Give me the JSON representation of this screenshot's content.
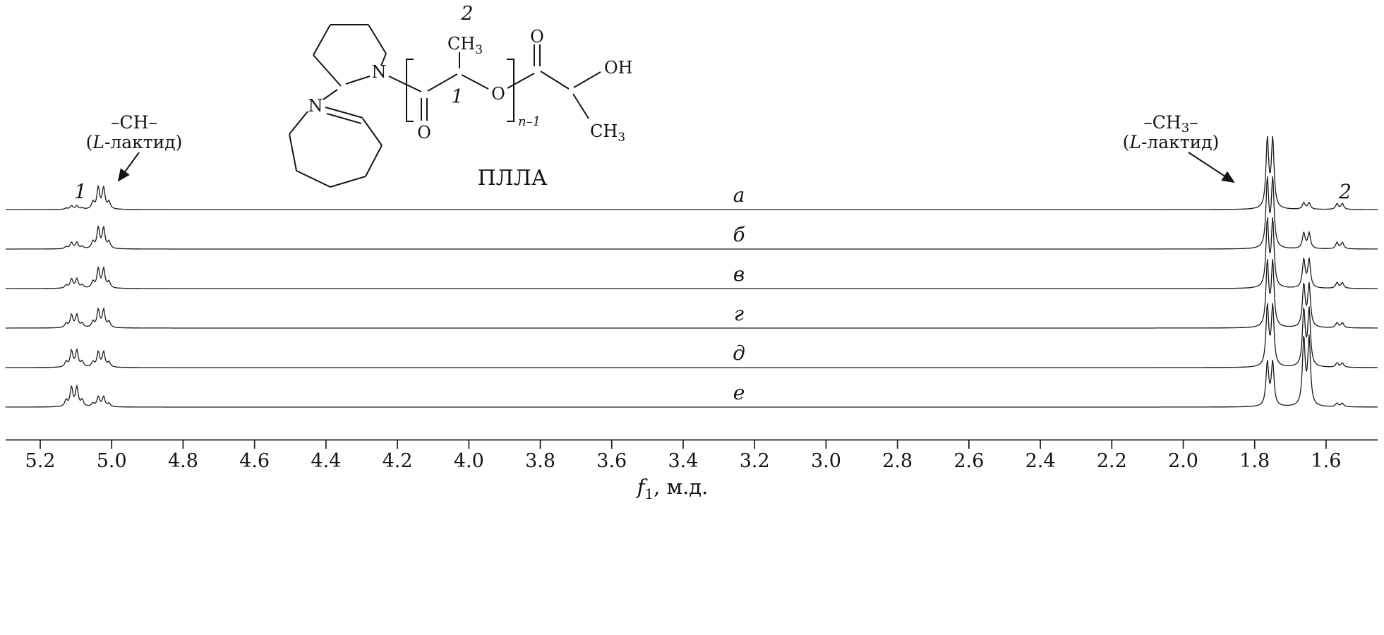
{
  "figure": {
    "structure": {
      "position_2_label": "2",
      "methyl_top_base": "CH",
      "methyl_top_sub": "3",
      "ring_n_top": "N",
      "ring_n_left": "N",
      "carbonyl_o_bottom": "O",
      "position_1_label": "1",
      "ester_o": "O",
      "repeat_subscript": "n–1",
      "carbonyl_o_top": "O",
      "hydroxyl": "OH",
      "methyl_end_base": "CH",
      "methyl_end_sub": "3",
      "caption": "ПЛЛА"
    },
    "annotation_left": {
      "line1": "–CH–",
      "paren_open": "(",
      "italic": "L",
      "rest": "-лактид)"
    },
    "annotation_right": {
      "base": "–CH",
      "sub": "3",
      "dash": "–",
      "paren_open": "(",
      "italic": "L",
      "rest": "-лактид)"
    }
  },
  "chart_data": {
    "type": "line",
    "x_axis": {
      "label_italic": "f",
      "label_sub": "1",
      "label_suffix": ", м.д.",
      "ticks": [
        "5.2",
        "5.0",
        "4.8",
        "4.6",
        "4.4",
        "4.2",
        "4.0",
        "3.8",
        "3.6",
        "3.4",
        "3.2",
        "3.0",
        "2.8",
        "2.6",
        "2.4",
        "2.2",
        "2.0",
        "1.8",
        "1.6"
      ],
      "reversed": true,
      "range_ppm": [
        5.3,
        1.45
      ]
    },
    "linewidth_ppm": 0.0045,
    "multiplets": {
      "q": {
        "J": 0.015,
        "rel": [
          0.33,
          1,
          1,
          0.33
        ]
      },
      "d": {
        "J": 0.015,
        "rel": [
          1,
          1
        ]
      }
    },
    "traces": [
      {
        "label": "а",
        "peaks": [
          {
            "ppm": 5.105,
            "mult": "q",
            "h": 5
          },
          {
            "ppm": 5.03,
            "mult": "q",
            "h": 30
          },
          {
            "ppm": 1.757,
            "mult": "d",
            "h": 97
          },
          {
            "ppm": 1.655,
            "mult": "d",
            "h": 9
          },
          {
            "ppm": 1.562,
            "mult": "d",
            "h": 8
          }
        ]
      },
      {
        "label": "б",
        "peaks": [
          {
            "ppm": 5.105,
            "mult": "q",
            "h": 9
          },
          {
            "ppm": 5.03,
            "mult": "q",
            "h": 29
          },
          {
            "ppm": 1.757,
            "mult": "d",
            "h": 96
          },
          {
            "ppm": 1.655,
            "mult": "d",
            "h": 22
          },
          {
            "ppm": 1.562,
            "mult": "d",
            "h": 9
          }
        ]
      },
      {
        "label": "в",
        "peaks": [
          {
            "ppm": 5.105,
            "mult": "q",
            "h": 13
          },
          {
            "ppm": 5.03,
            "mult": "q",
            "h": 27
          },
          {
            "ppm": 1.757,
            "mult": "d",
            "h": 94
          },
          {
            "ppm": 1.655,
            "mult": "d",
            "h": 40
          },
          {
            "ppm": 1.562,
            "mult": "d",
            "h": 8
          }
        ]
      },
      {
        "label": "г",
        "peaks": [
          {
            "ppm": 5.105,
            "mult": "q",
            "h": 18
          },
          {
            "ppm": 5.03,
            "mult": "q",
            "h": 25
          },
          {
            "ppm": 1.757,
            "mult": "d",
            "h": 91
          },
          {
            "ppm": 1.655,
            "mult": "d",
            "h": 60
          },
          {
            "ppm": 1.562,
            "mult": "d",
            "h": 7
          }
        ]
      },
      {
        "label": "д",
        "peaks": [
          {
            "ppm": 5.105,
            "mult": "q",
            "h": 23
          },
          {
            "ppm": 5.03,
            "mult": "q",
            "h": 21
          },
          {
            "ppm": 1.757,
            "mult": "d",
            "h": 85
          },
          {
            "ppm": 1.655,
            "mult": "d",
            "h": 80
          },
          {
            "ppm": 1.562,
            "mult": "d",
            "h": 6
          }
        ]
      },
      {
        "label": "е",
        "peaks": [
          {
            "ppm": 5.105,
            "mult": "q",
            "h": 27
          },
          {
            "ppm": 5.03,
            "mult": "q",
            "h": 14
          },
          {
            "ppm": 1.757,
            "mult": "d",
            "h": 62
          },
          {
            "ppm": 1.655,
            "mult": "d",
            "h": 95
          },
          {
            "ppm": 1.562,
            "mult": "d",
            "h": 5
          }
        ]
      }
    ],
    "annotations": [
      {
        "marker": "1",
        "line1": "–CH–",
        "line2": "(L-лактид)",
        "ppm": 5.03
      },
      {
        "marker": "2",
        "line1": "–CH3–",
        "line2": "(L-лактид)",
        "ppm": 1.76
      }
    ]
  },
  "colors": {
    "line": "#1a1a1a",
    "text": "#141414",
    "background": "#ffffff"
  }
}
